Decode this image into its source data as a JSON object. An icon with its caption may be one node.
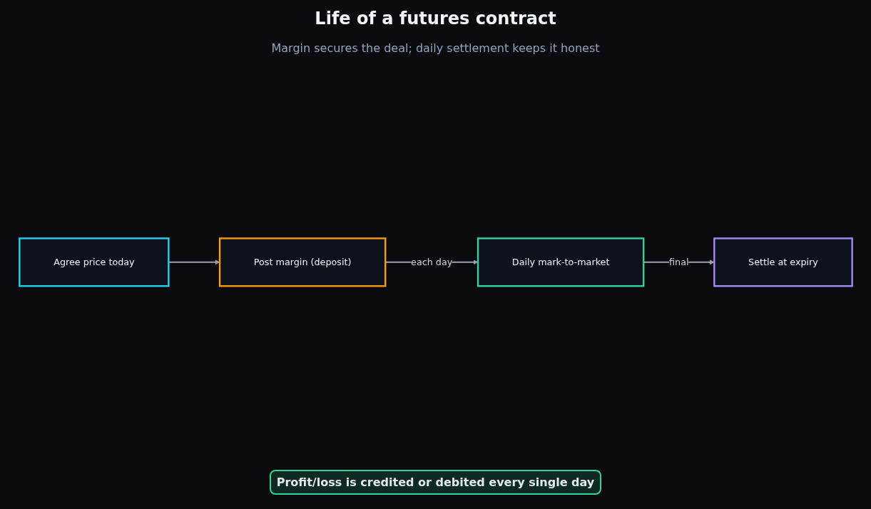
{
  "diagram": {
    "title": "Life of a futures contract",
    "caption": "Margin secures the deal; daily settlement keeps it honest",
    "nodes": [
      {
        "text": [
          "Agree price today"
        ]
      },
      {
        "text": [
          "Post margin (deposit)"
        ]
      },
      {
        "text": [
          "Daily mark-to-market"
        ]
      },
      {
        "text": [
          "Settle at expiry"
        ]
      }
    ],
    "edges": [
      {
        "from": 0,
        "to": 1,
        "arrow": "to"
      },
      {
        "from": 1,
        "to": 2,
        "arrow": "to",
        "label": "each day"
      },
      {
        "from": 2,
        "to": 3,
        "arrow": "to",
        "label": "final"
      }
    ],
    "labels": [
      "Profit/loss is credited or debited every single day"
    ]
  }
}
